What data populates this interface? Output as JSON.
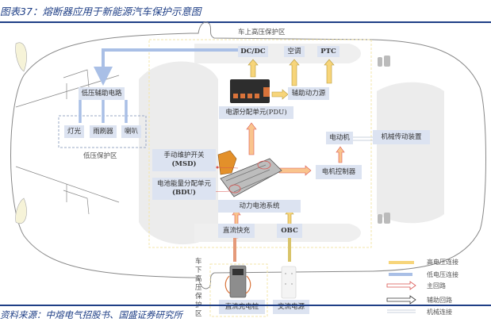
{
  "header": {
    "title": "图表37：熔断器应用于新能源汽车保护示意图"
  },
  "footer": {
    "source": "资料来源：中熔电气招股书、国盛证券研究所"
  },
  "zones": {
    "onboard_hv": "车上高压保护区",
    "lv": "低压保护区",
    "offboard_hv": "车下高压保护区"
  },
  "nodes": {
    "dcdc": "DC/DC",
    "ac": "空调",
    "ptc": "PTC",
    "aux_power": "辅助动力源",
    "pdu": "电源分配单元(PDU)",
    "lv_aux": "低压辅助电路",
    "lights": "灯光",
    "wiper": "雨刷器",
    "horn": "喇叭",
    "msd_line1": "手动维护开关",
    "msd_line2": "(MSD)",
    "bdu_line1": "电池能量分配单元",
    "bdu_line2": "(BDU)",
    "battery": "动力电池系统",
    "motor": "电动机",
    "mech_drive": "机械传动装置",
    "motor_ctrl": "电机控制器",
    "dc_fast": "直流快充",
    "obc": "OBC",
    "dc_pile": "直流充电桩",
    "ac_source": "交流电源"
  },
  "legend": [
    {
      "label": "高电压连接",
      "color": "#f7d57a"
    },
    {
      "label": "低电压连接",
      "color": "#a9bfe6"
    },
    {
      "label": "主回路",
      "color": "#e07a7a"
    },
    {
      "label": "辅助回路",
      "color": "#333333"
    },
    {
      "label": "机械连接",
      "color": "#c9d0de"
    }
  ],
  "colors": {
    "brand": "#1f3f86",
    "box": "#dce3f1",
    "hv": "#f7d57a",
    "lv": "#a9bfe6",
    "main": "#f2a35e"
  }
}
